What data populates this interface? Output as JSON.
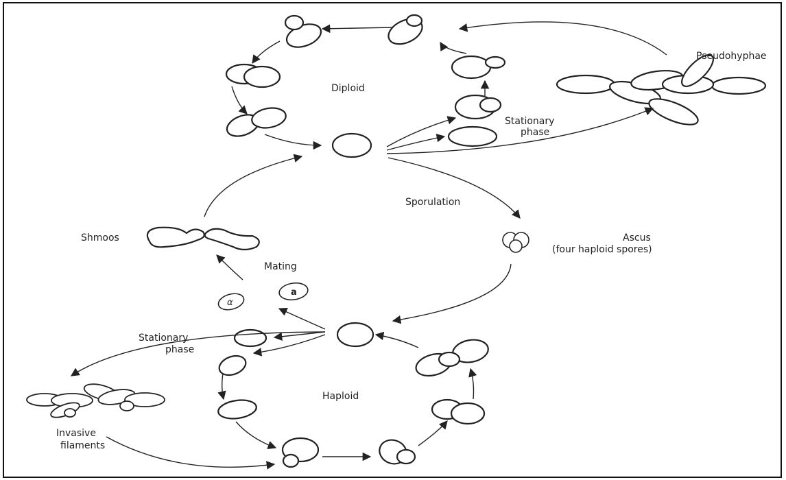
{
  "labels": {
    "diploid": "Diploid",
    "haploid": "Haploid",
    "stationary_top_1": "Stationary",
    "stationary_top_2": "phase",
    "pseudohyphae": "Pseudohyphae",
    "sporulation": "Sporulation",
    "ascus_1": "Ascus",
    "ascus_2": "(four haploid spores)",
    "shmoos": "Shmoos",
    "mating": "Mating",
    "mating_type_a": "a",
    "mating_type_alpha": "α",
    "stationary_bottom_1": "Stationary",
    "stationary_bottom_2": "phase",
    "invasive_1": "Invasive",
    "invasive_2": "filaments"
  }
}
